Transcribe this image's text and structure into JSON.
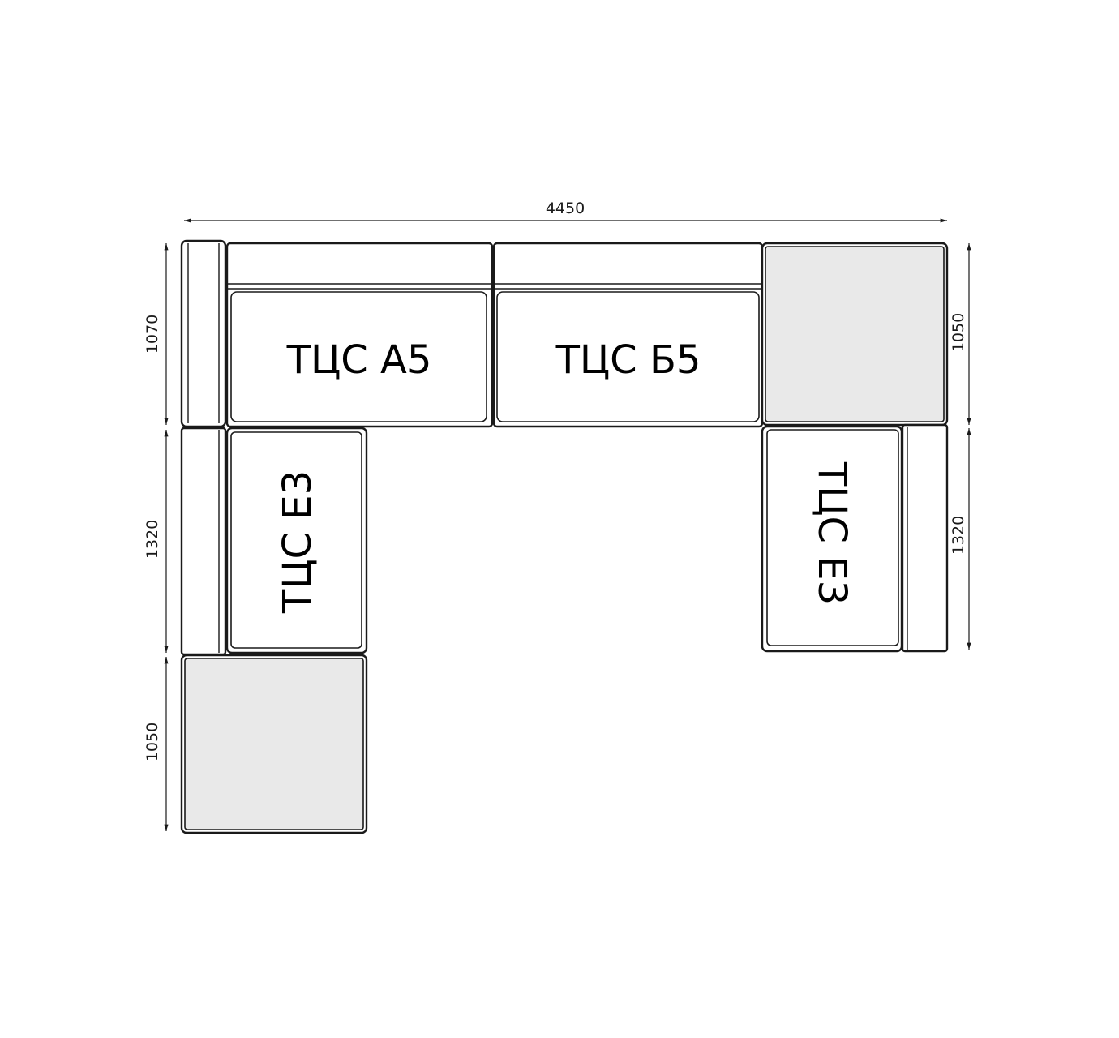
{
  "dimensions": {
    "overall_width": "4450",
    "left_top_depth": "1070",
    "left_middle_length": "1320",
    "left_bottom_depth": "1050",
    "right_top_depth": "1050",
    "right_bottom_length": "1320"
  },
  "modules": {
    "top_left": "ТЦС А5",
    "top_right": "ТЦС Б5",
    "left_seat": "ТЦС Е3",
    "right_seat": "ТЦС Е3"
  },
  "colors": {
    "line": "#1a1a1a",
    "corner_fill": "#e9e9e9"
  }
}
